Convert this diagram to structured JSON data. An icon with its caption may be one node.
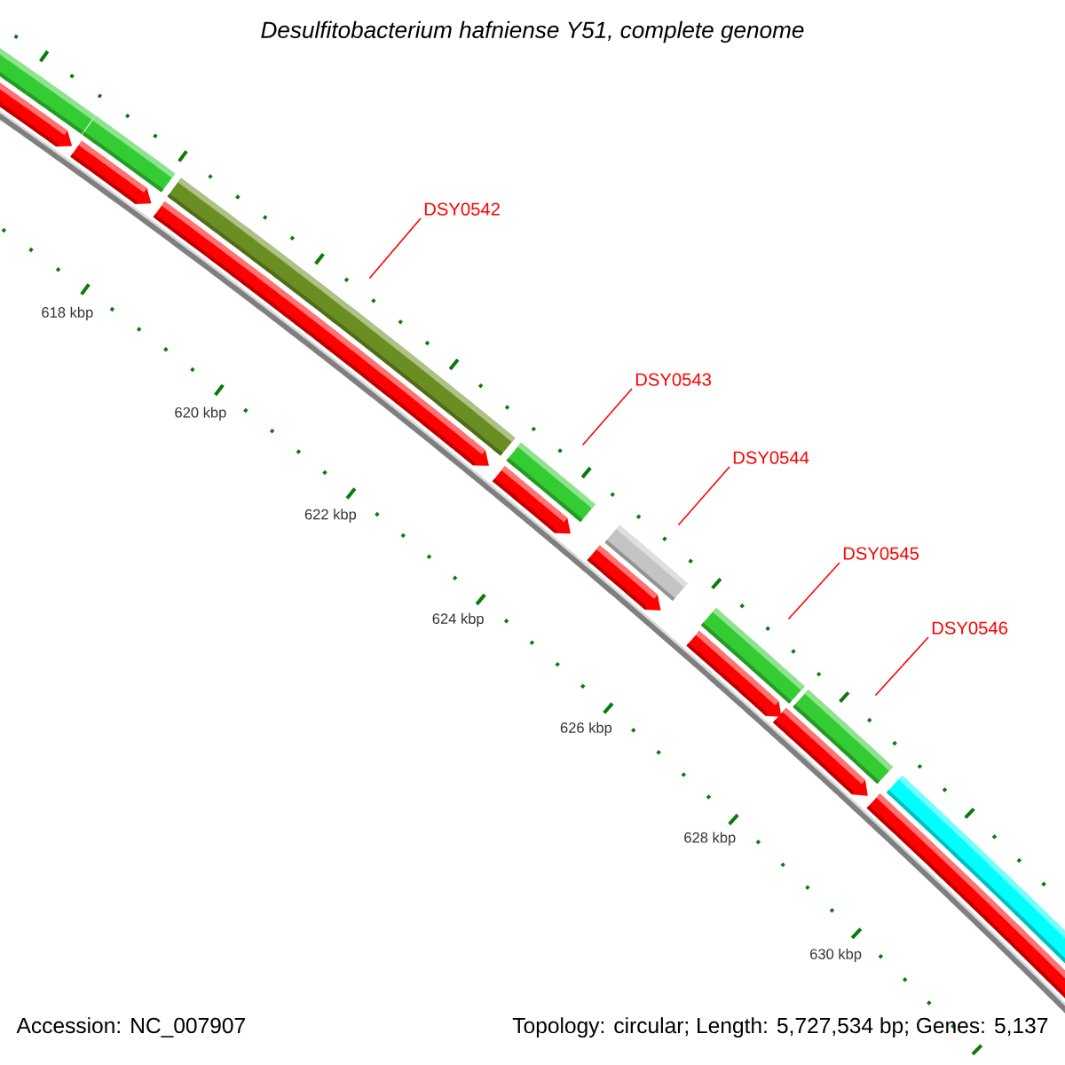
{
  "diagram": {
    "title": "Desulfitobacterium hafniense Y51, complete genome",
    "nodes": [
      {
        "text": [
          "DSY0542"
        ]
      },
      {
        "text": [
          "DSY0543"
        ]
      },
      {
        "text": [
          "DSY0544"
        ]
      },
      {
        "text": [
          "DSY0545"
        ]
      },
      {
        "text": [
          "DSY0546"
        ]
      },
      {
        "text": [],
        "shape": "bar"
      },
      {
        "text": [],
        "shape": "arrow"
      },
      {
        "text": [],
        "shape": "arrow"
      },
      {
        "text": [],
        "shape": "bar"
      },
      {
        "text": [],
        "shape": "arrow"
      },
      {
        "text": [],
        "shape": "bar"
      },
      {
        "text": [],
        "shape": "arrow"
      },
      {
        "text": [],
        "shape": "bar"
      },
      {
        "text": [],
        "shape": "arrow"
      },
      {
        "text": [],
        "shape": "bar"
      },
      {
        "text": [],
        "shape": "arrow"
      },
      {
        "text": [],
        "shape": "bar"
      },
      {
        "text": [],
        "shape": "arrow"
      },
      {
        "text": [],
        "shape": "bar"
      },
      {
        "text": [],
        "shape": "arrow"
      },
      {
        "text": [],
        "shape": "bar"
      }
    ],
    "edges": [
      {
        "from": 0,
        "to": 10,
        "arrow": "none"
      },
      {
        "from": 1,
        "to": 12,
        "arrow": "none"
      },
      {
        "from": 2,
        "to": 14,
        "arrow": "none"
      },
      {
        "from": 3,
        "to": 16,
        "arrow": "none"
      },
      {
        "from": 4,
        "to": 18,
        "arrow": "none"
      }
    ],
    "labels": [
      "618 kbp",
      "620 kbp",
      "622 kbp",
      "624 kbp",
      "626 kbp",
      "628 kbp",
      "630 kbp",
      "Accession: NC_007907",
      "Topology: circular; Length: 5,727,534 bp; Genes: 5,137"
    ]
  }
}
